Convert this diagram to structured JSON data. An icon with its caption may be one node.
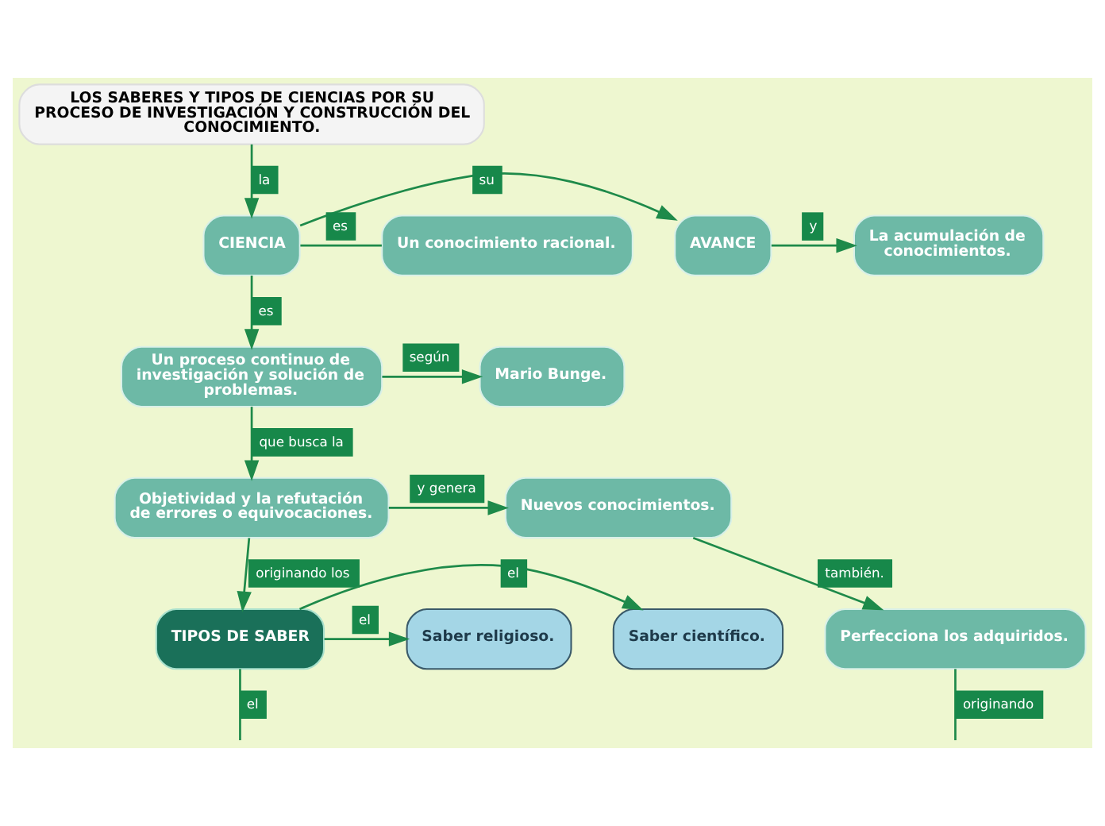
{
  "diagram": {
    "nodes": [
      {
        "text": [
          "LOS SABERES Y TIPOS DE CIENCIAS POR SU PROCESO DE INVESTIGACIÓN Y CONSTRUCCIÓN DEL CONOCIMIENTO."
        ]
      },
      {
        "text": [
          "CIENCIA"
        ]
      },
      {
        "text": [
          "AVANCE"
        ]
      },
      {
        "text": [
          "La acumulación de conocimientos."
        ]
      },
      {
        "text": [
          "Un conocimiento racional."
        ]
      },
      {
        "text": [
          "Un proceso continuo de investigación y solución de problemas."
        ]
      },
      {
        "text": [
          "Mario Bunge."
        ]
      },
      {
        "text": [
          "Objetividad y la refutación de errores o equivocaciones."
        ]
      },
      {
        "text": [
          "Nuevos conocimientos."
        ]
      },
      {
        "text": [
          "Perfecciona los adquiridos."
        ]
      },
      {
        "text": [
          "TIPOS DE SABER"
        ]
      },
      {
        "text": [
          "Saber científico."
        ]
      },
      {
        "text": [
          "Saber religioso."
        ]
      }
    ],
    "edges": [
      {
        "from": 0,
        "to": 1,
        "arrow": "to",
        "label": "la"
      },
      {
        "from": 1,
        "to": 2,
        "arrow": "to",
        "label": "su"
      },
      {
        "from": 2,
        "to": 3,
        "arrow": "to",
        "label": "y"
      },
      {
        "from": 1,
        "to": 4,
        "arrow": "none",
        "label": "es"
      },
      {
        "from": 1,
        "to": 5,
        "arrow": "to",
        "label": "es"
      },
      {
        "from": 5,
        "to": 6,
        "arrow": "to",
        "label": "según"
      },
      {
        "from": 5,
        "to": 7,
        "arrow": "to",
        "label": "que busca la"
      },
      {
        "from": 7,
        "to": 8,
        "arrow": "to",
        "label": "y genera"
      },
      {
        "from": 8,
        "to": 9,
        "arrow": "to",
        "label": "también."
      },
      {
        "from": 9,
        "to": null,
        "arrow": "none",
        "label": "originando"
      },
      {
        "from": 7,
        "to": 10,
        "arrow": "to",
        "label": "originando los"
      },
      {
        "from": 10,
        "to": 11,
        "arrow": "to",
        "label": "el"
      },
      {
        "from": 10,
        "to": 12,
        "arrow": "to",
        "label": "el"
      },
      {
        "from": 10,
        "to": null,
        "arrow": "none",
        "label": "el"
      }
    ]
  }
}
